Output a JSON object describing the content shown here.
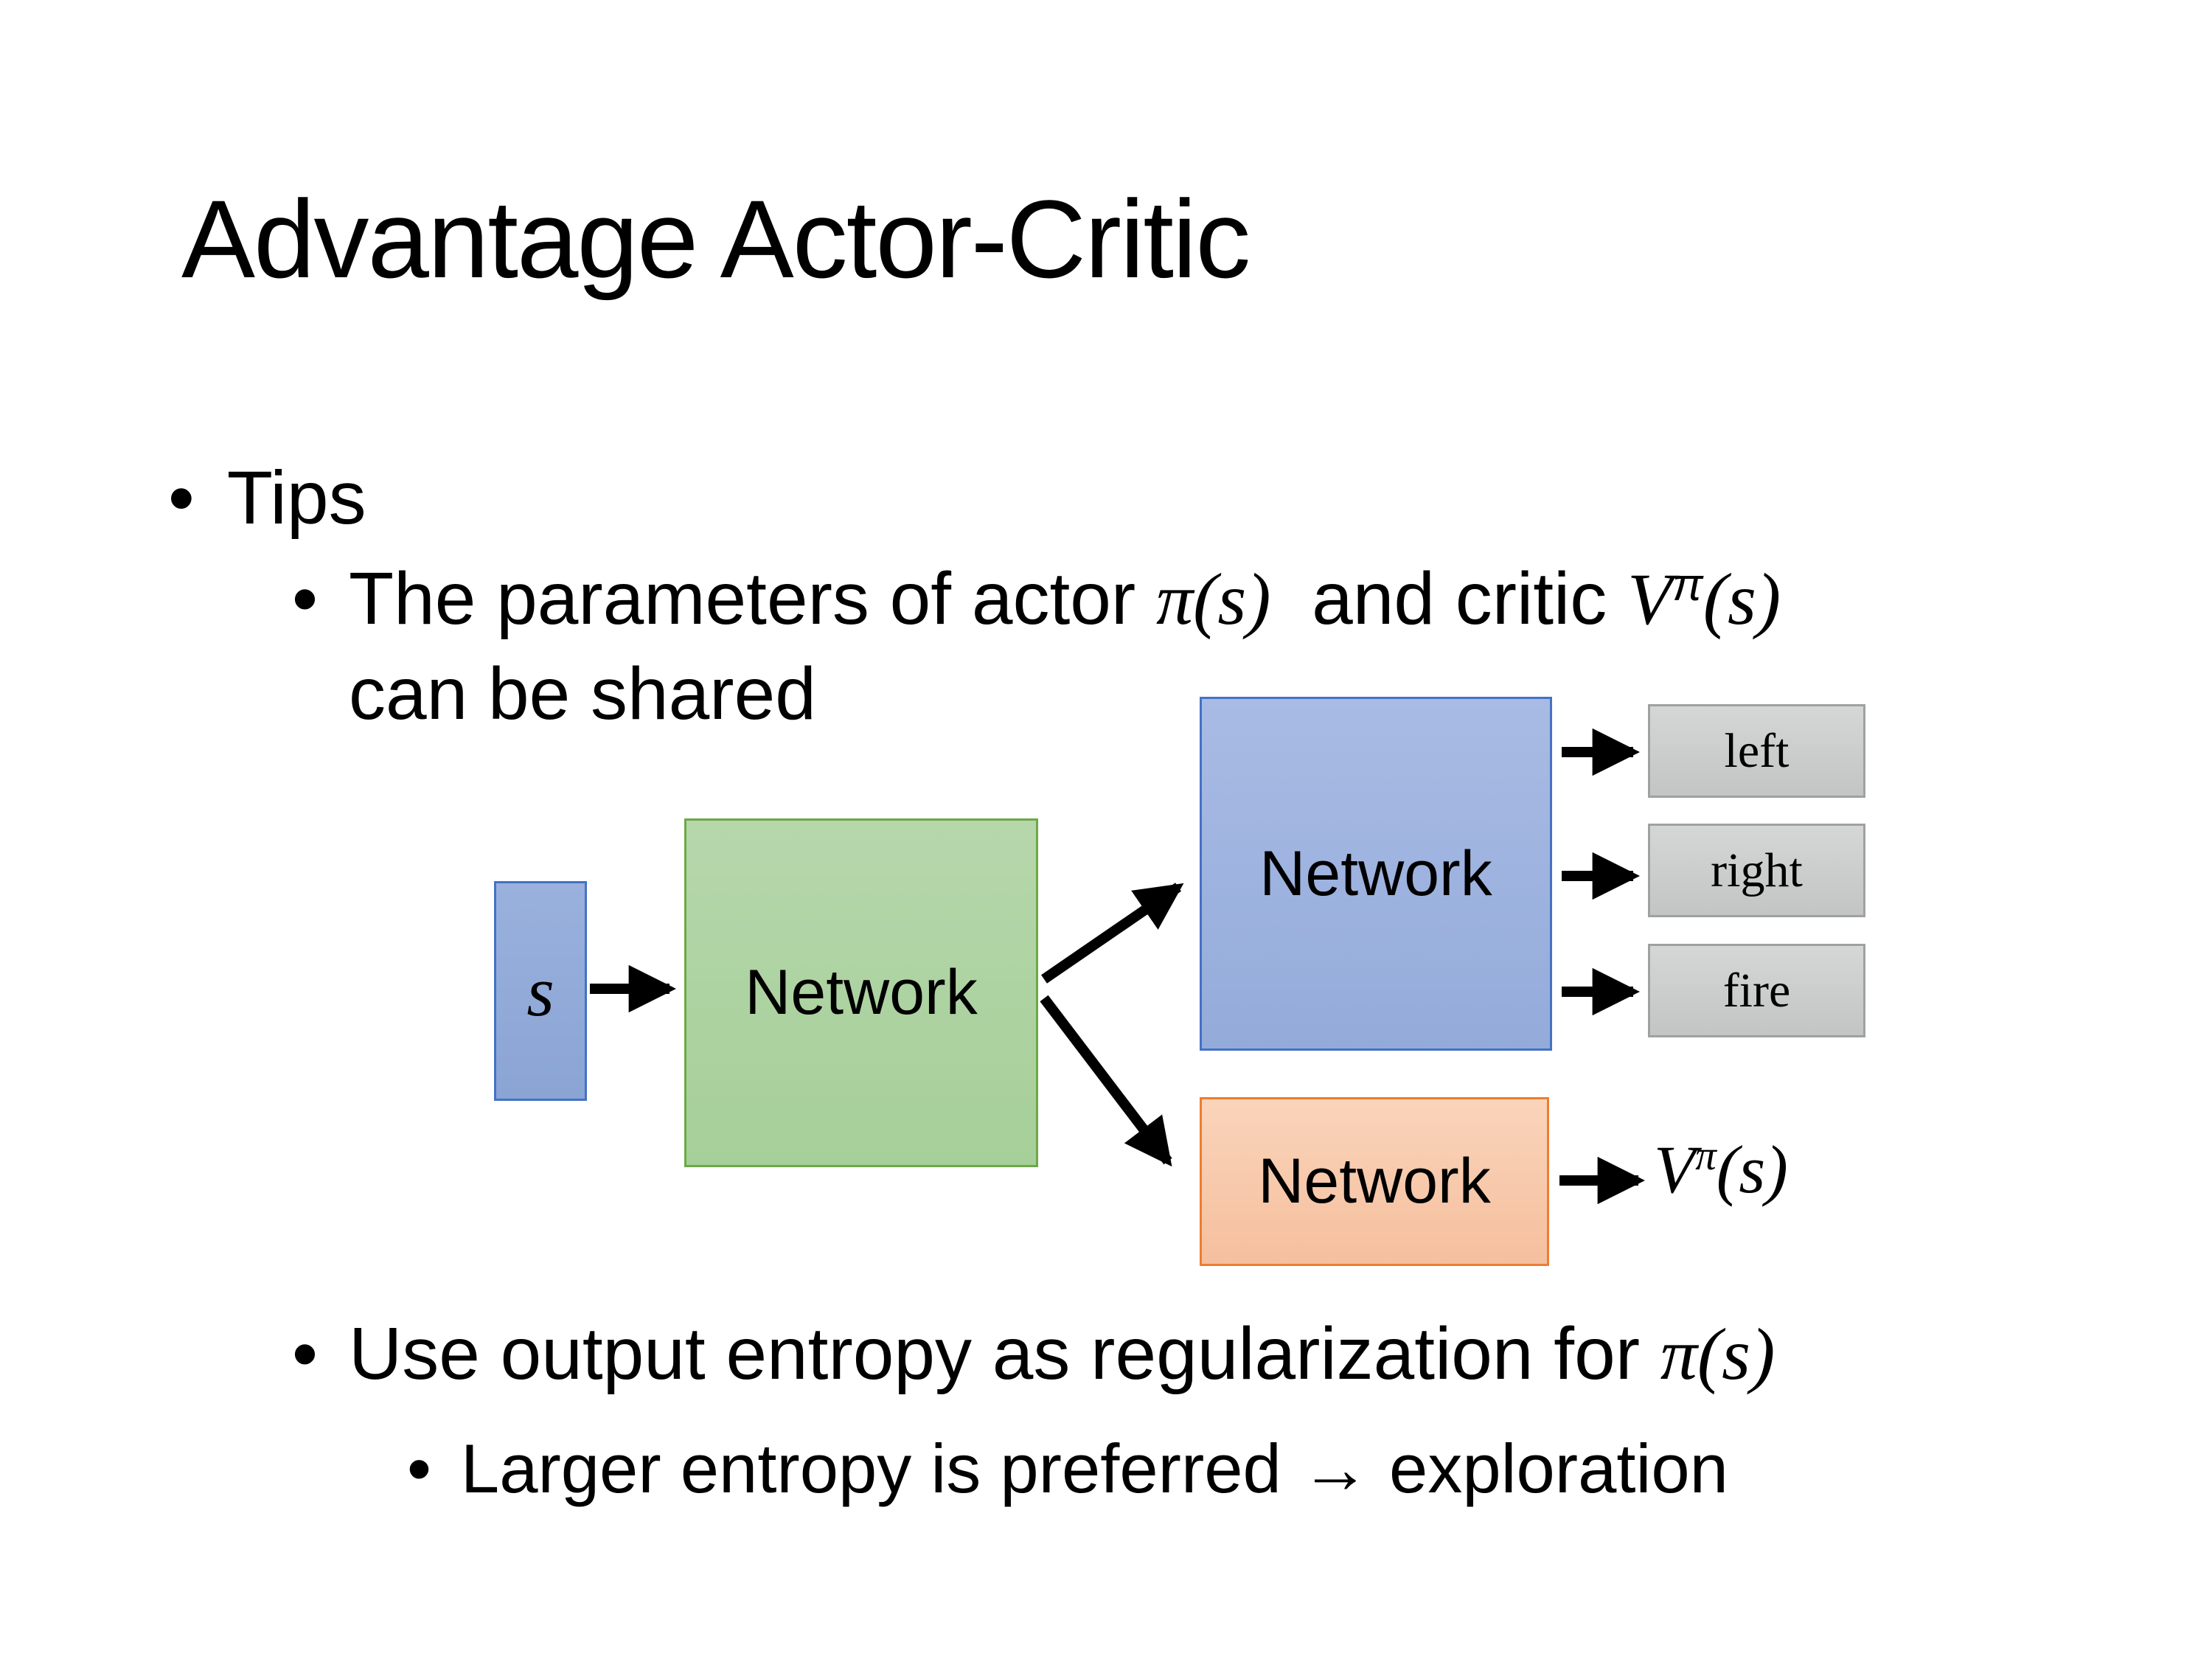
{
  "slide": {
    "title": "Advantage Actor-Critic",
    "bullet_glyph": "•",
    "bullets": {
      "tips": "Tips",
      "item1": {
        "pre": "The parameters of actor ",
        "math1": "π(s)",
        "mid": "  and critic ",
        "v_base": "V",
        "v_sup": "π",
        "v_tail": "(s)",
        "line2": "can be shared"
      },
      "item2": {
        "pre": "Use output entropy as regularization for ",
        "math1": "π(s)"
      },
      "item3": "Larger entropy is preferred → exploration"
    }
  },
  "diagram": {
    "state_label": "s",
    "shared_network_label": "Network",
    "actor_network_label": "Network",
    "critic_network_label": "Network",
    "actions": [
      "left",
      "right",
      "fire"
    ],
    "value_output": {
      "base": "V",
      "sup": "π",
      "tail": "(s)"
    },
    "colors": {
      "state_fill_top": "#9ab1dd",
      "state_fill_bottom": "#8aa4d4",
      "state_border": "#4472c4",
      "shared_fill_top": "#b6d7ab",
      "shared_fill_bottom": "#a6cf99",
      "shared_border": "#6ca945",
      "actor_fill_top": "#a8bbe4",
      "actor_fill_bottom": "#94abda",
      "actor_border": "#4472c4",
      "critic_fill_top": "#fad4ba",
      "critic_fill_bottom": "#f5bf9e",
      "critic_border": "#ed7d31",
      "action_fill_top": "#d5d7d6",
      "action_fill_bottom": "#c3c5c4",
      "action_border": "#9fa1a0",
      "arrow": "#000000"
    }
  }
}
